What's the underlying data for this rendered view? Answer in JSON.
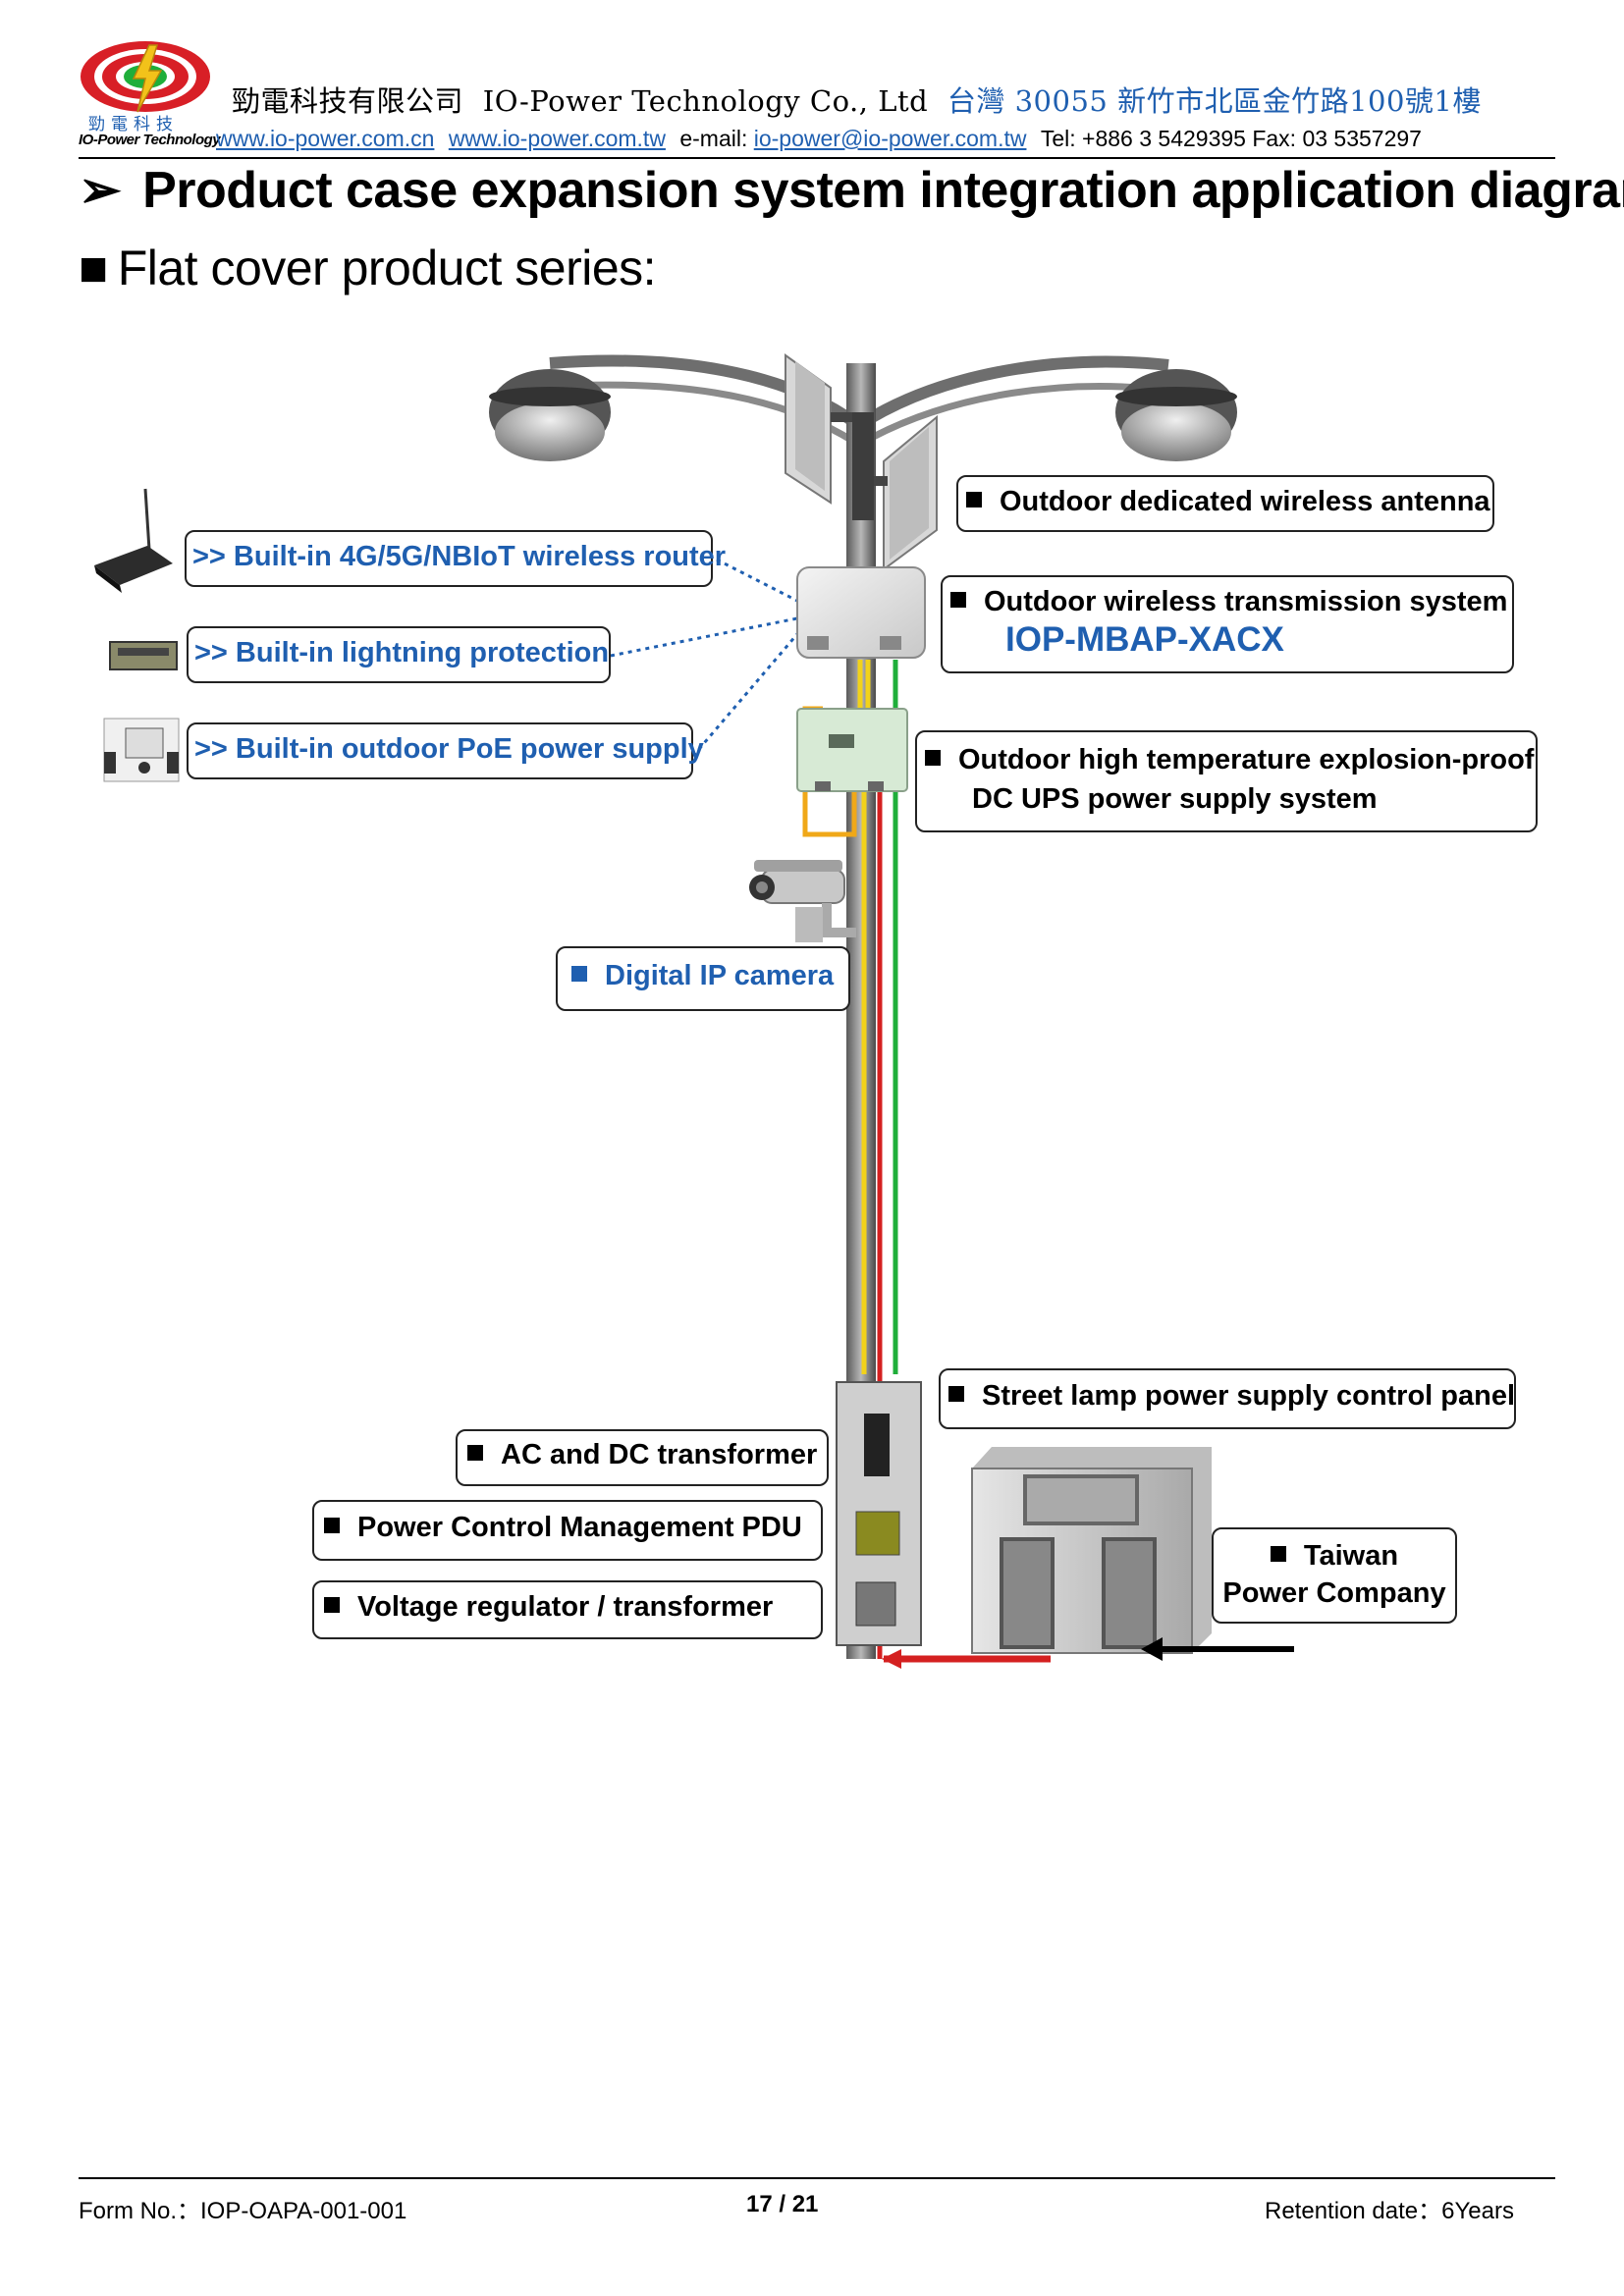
{
  "header": {
    "company_cn": "勁電科技有限公司",
    "company_en": "IO-Power Technology Co., Ltd",
    "address": "台灣 30055 新竹市北區金竹路100號1樓",
    "logo_cn": "勁電科技",
    "logo_en": "IO-Power Technology",
    "website_cn": "www.io-power.com.cn",
    "website_tw": "www.io-power.com.tw",
    "email_label": "e-mail:",
    "email": "io-power@io-power.com.tw",
    "contact": "Tel: +886 3 5429395 Fax: 03 5357297"
  },
  "headings": {
    "title": "Product case expansion system integration application diagram",
    "title_bullet": "➢",
    "subtitle": "Flat cover product series:",
    "subtitle_bullet": "■"
  },
  "callouts": {
    "antenna": "Outdoor dedicated wireless antenna",
    "router": ">> Built-in 4G/5G/NBIoT wireless router",
    "transmission": "Outdoor wireless transmission system",
    "model": "IOP-MBAP-XACX",
    "lightning": ">> Built-in lightning protection",
    "poe": ">> Built-in outdoor PoE power supply",
    "ups_line1": "Outdoor high temperature explosion-proof",
    "ups_line2": "DC UPS power supply system",
    "camera": "Digital IP camera",
    "control_panel": "Street lamp power supply control panel",
    "ac_dc": "AC and DC transformer",
    "pdu": "Power Control Management PDU",
    "regulator": "Voltage regulator / transformer",
    "taiwan_line1": "Taiwan",
    "taiwan_line2": "Power Company"
  },
  "colors": {
    "accent_blue": "#1f5fb0",
    "wire_red": "#d42020",
    "wire_green": "#1fae3a",
    "wire_yellow": "#f2d21a",
    "wire_orange": "#f0a818"
  },
  "footer": {
    "form_no": "Form No.：IOP-OAPA-001-001",
    "page": "17 / 21",
    "retention": "Retention date：6Years"
  }
}
